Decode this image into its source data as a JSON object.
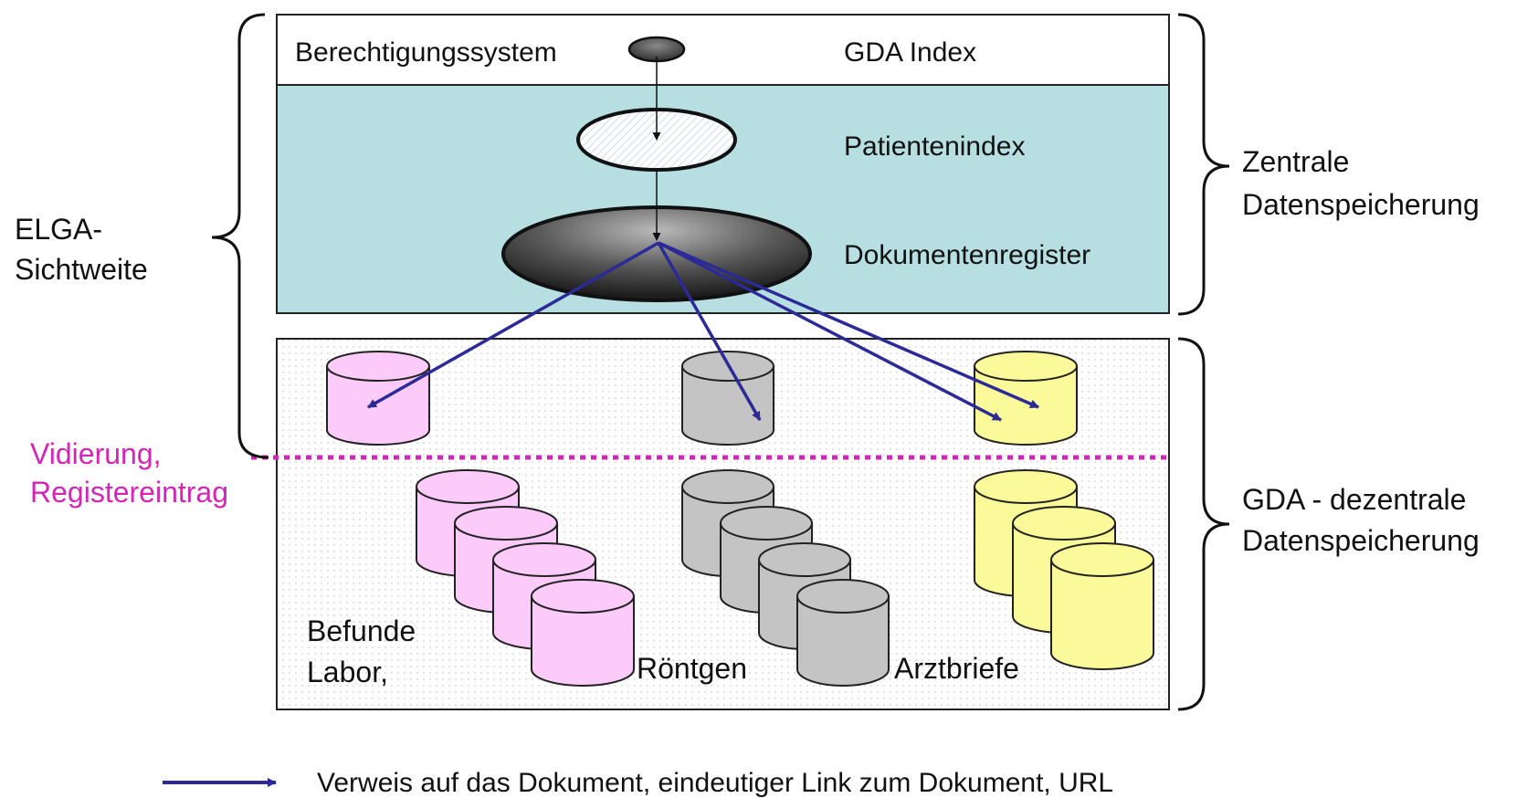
{
  "central_layer": {
    "authorization_label": "Berechtigungssystem",
    "gda_index_label": "GDA Index",
    "patient_index_label": "Patientenindex",
    "document_register_label": "Dokumentenregister"
  },
  "left_labels": {
    "scope_line1": "ELGA-",
    "scope_line2": "Sichtweite",
    "validation_line1": "Vidierung,",
    "validation_line2": "Registereintrag"
  },
  "right_labels": {
    "central_line1": "Zentrale",
    "central_line2": "Datenspeicherung",
    "decentral_line1": "GDA - dezentrale",
    "decentral_line2": "Datenspeicherung"
  },
  "repositories": {
    "findings_line1": "Befunde",
    "findings_line2": "Labor,",
    "xray": "Röntgen",
    "letters": "Arztbriefe"
  },
  "legend": {
    "text": "Verweis auf das Dokument, eindeutiger Link zum Dokument, URL"
  },
  "colors": {
    "central_band": "#b7dfe2",
    "arrow": "#2b2a96",
    "validation_line": "#d426b4",
    "findings_cylinder": "#fccbfa",
    "xray_cylinder": "#c4c4c4",
    "letters_cylinder": "#fbfa9b"
  },
  "icons": {
    "db_cylinder": "database-cylinder-icon"
  }
}
